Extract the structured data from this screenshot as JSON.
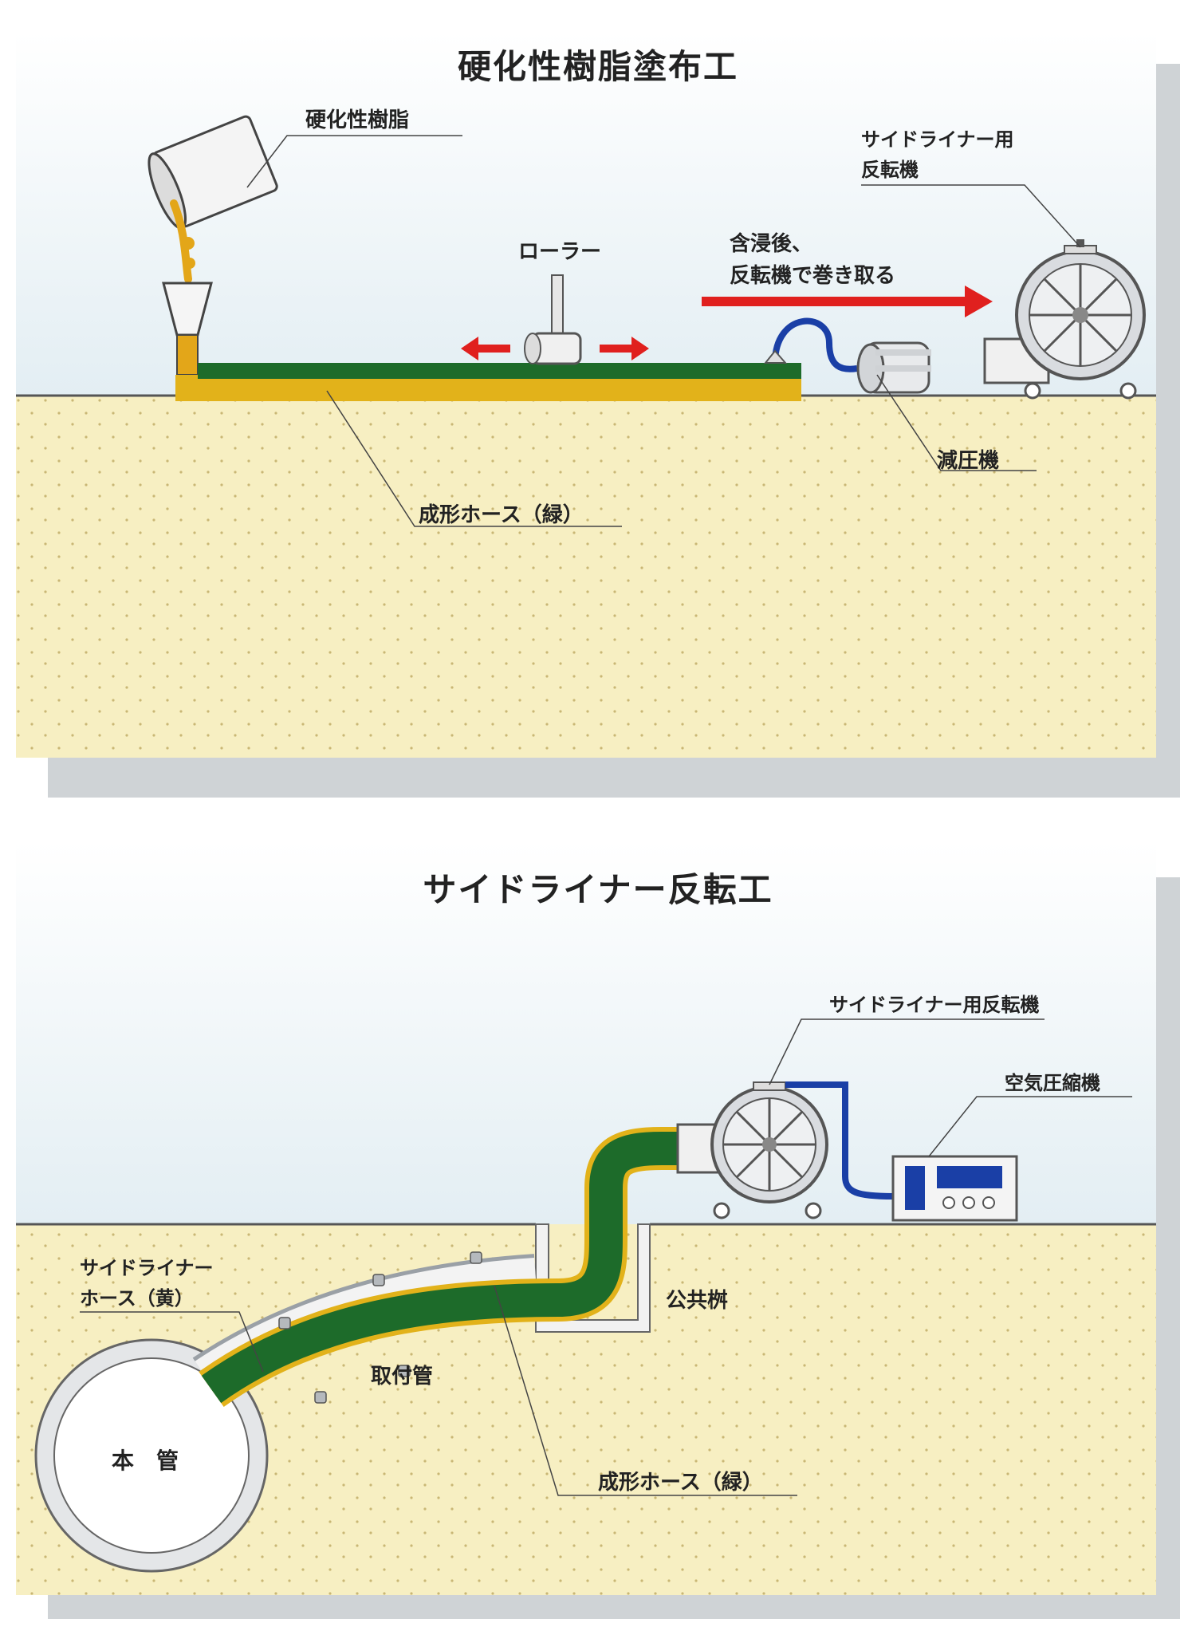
{
  "panel1": {
    "title": "硬化性樹脂塗布工",
    "labels": {
      "resin": "硬化性樹脂",
      "roller": "ローラー",
      "instruction_line1": "含浸後、",
      "instruction_line2": "反転機で巻き取る",
      "inverter_line1": "サイドライナー用",
      "inverter_line2": "反転機",
      "decompressor": "減圧機",
      "forming_hose": "成形ホース（緑）"
    }
  },
  "panel2": {
    "title": "サイドライナー反転工",
    "labels": {
      "inverter": "サイドライナー用反転機",
      "compressor": "空気圧縮機",
      "liner_hose_line1": "サイドライナー",
      "liner_hose_line2": "ホース（黄）",
      "manhole": "公共桝",
      "lateral_pipe": "取付管",
      "forming_hose": "成形ホース（緑）",
      "main_pipe": "本　管"
    }
  },
  "colors": {
    "sky": "#e9f3f6",
    "soil": "#f7efc2",
    "shadow": "#cfd3d6",
    "hose_green": "#1d6b2a",
    "hose_yellow": "#e2b21a",
    "arrow_red": "#e0201e",
    "tube_blue": "#1a3fa6"
  }
}
